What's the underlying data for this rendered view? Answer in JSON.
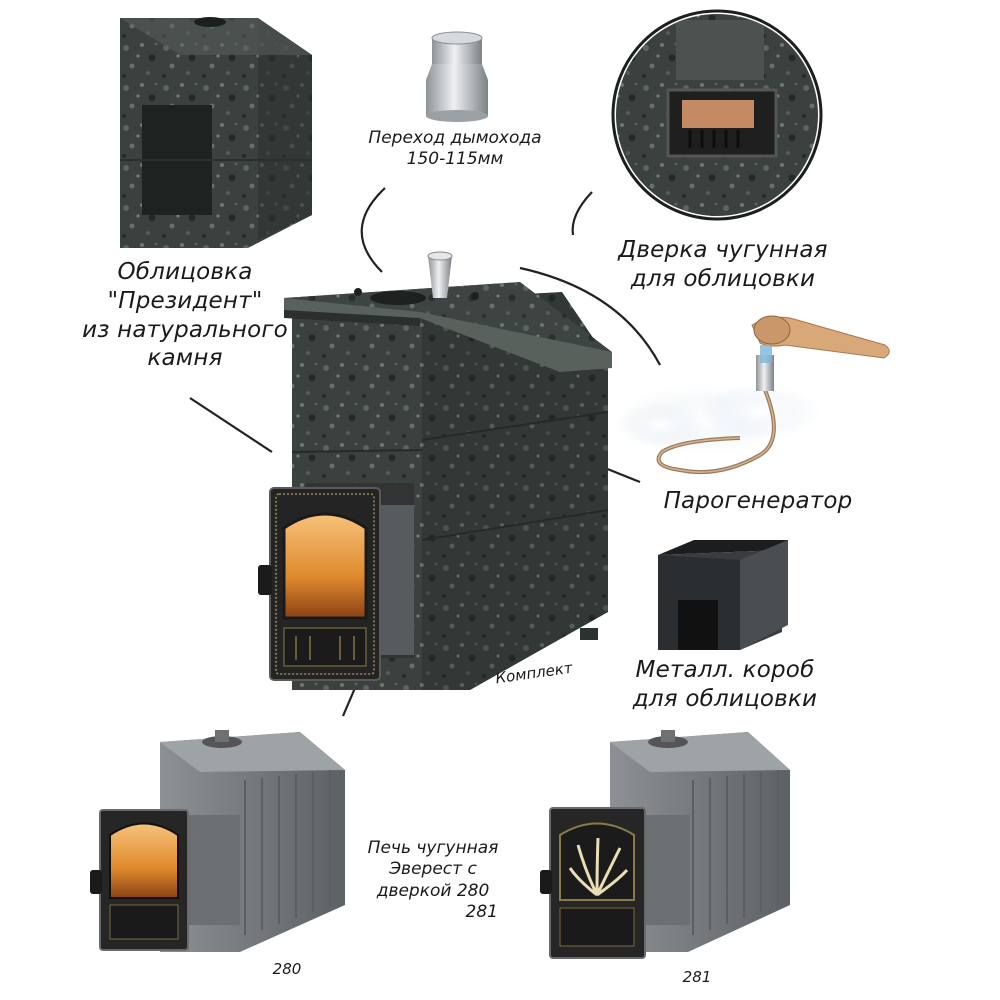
{
  "labels": {
    "chimney": [
      "Переход дымохода",
      "150-115мм"
    ],
    "cladding": [
      "Облицовка",
      "\"Президент\"",
      "из натурального",
      "камня"
    ],
    "door": [
      "Дверка чугунная",
      "для облицовки"
    ],
    "steam": "Парогенератор",
    "box": [
      "Металл. короб",
      "для облицовки"
    ],
    "kit": "Комплект",
    "stove": [
      "Печь чугунная",
      "Эверест с",
      "дверкой 280",
      "281"
    ],
    "model_a": "280",
    "model_b": "281"
  },
  "colors": {
    "stone": "#3c4340",
    "stone_light": "#6b726e",
    "iron": "#7b7f82",
    "iron_dark": "#2b2b2b",
    "fire": "#e58a2c",
    "copper": "#b8845a",
    "steel": "#c9cdd0"
  },
  "icons": [
    "stone-cladding-shell",
    "chimney-adapter",
    "cast-iron-door",
    "stove-kit",
    "steam-generator",
    "metal-box",
    "cast-iron-stove-280",
    "cast-iron-stove-281"
  ]
}
